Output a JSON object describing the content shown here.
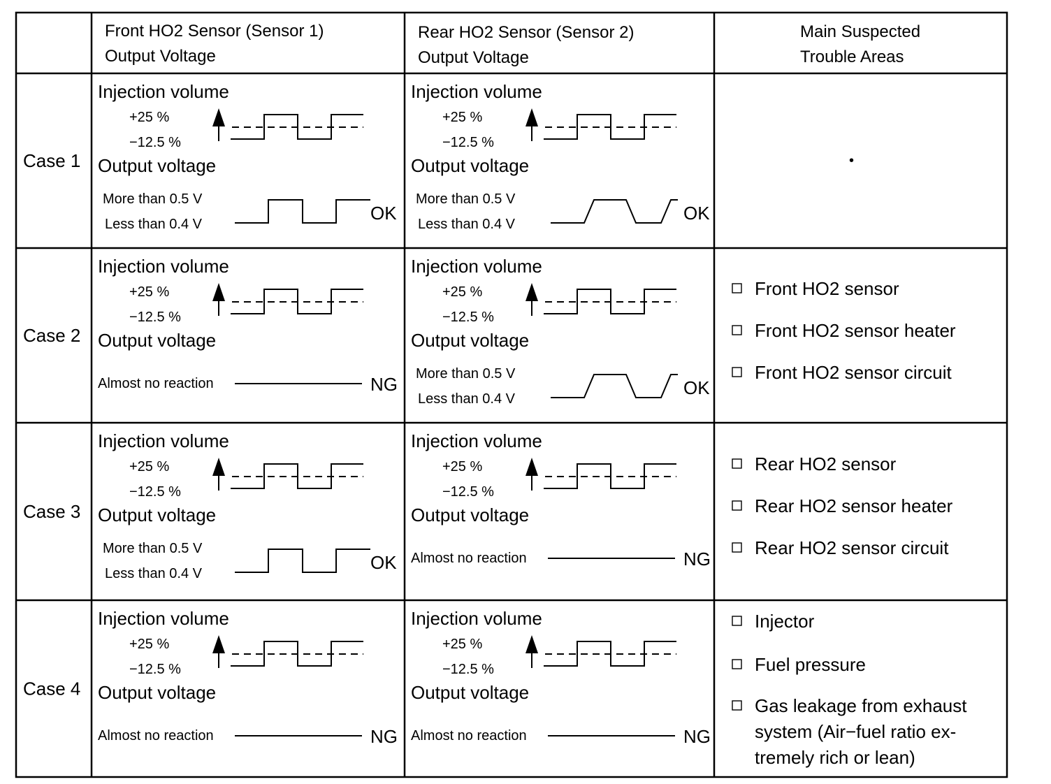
{
  "header": {
    "front_line1": "Front HO2 Sensor (Sensor 1)",
    "front_line2": "Output Voltage",
    "rear_line1": "Rear HO2 Sensor (Sensor 2)",
    "rear_line2": "Output Voltage",
    "areas_line1": "Main Suspected",
    "areas_line2": "Trouble Areas"
  },
  "labels": {
    "injection_volume": "Injection volume",
    "plus": "+25 %",
    "minus": "−12.5 %",
    "output_voltage": "Output voltage",
    "more_than": "More than 0.5 V",
    "less_than": "Less than 0.4 V",
    "almost_no_reaction": "Almost no reaction",
    "ok": "OK",
    "ng": "NG"
  },
  "cases": [
    {
      "name": "Case 1",
      "front": {
        "response": "switching",
        "result": "OK"
      },
      "rear": {
        "response": "switching",
        "result": "OK"
      },
      "areas": [],
      "areas_dot": "•"
    },
    {
      "name": "Case 2",
      "front": {
        "response": "almost_no_reaction",
        "result": "NG"
      },
      "rear": {
        "response": "switching",
        "result": "OK"
      },
      "areas": [
        "Front HO2 sensor",
        "Front HO2 sensor heater",
        "Front HO2 sensor circuit"
      ]
    },
    {
      "name": "Case 3",
      "front": {
        "response": "switching",
        "result": "OK"
      },
      "rear": {
        "response": "almost_no_reaction",
        "result": "NG"
      },
      "areas": [
        "Rear HO2 sensor",
        "Rear HO2 sensor heater",
        "Rear HO2 sensor circuit"
      ]
    },
    {
      "name": "Case 4",
      "front": {
        "response": "almost_no_reaction",
        "result": "NG"
      },
      "rear": {
        "response": "almost_no_reaction",
        "result": "NG"
      },
      "areas": [
        "Injector",
        "Fuel pressure",
        "Gas leakage from exhaust system (Air−fuel ratio ex-tremely rich or lean)"
      ],
      "areas_lines": [
        "Gas leakage from exhaust",
        "system (Air−fuel ratio ex-",
        "tremely rich or lean)"
      ]
    }
  ]
}
